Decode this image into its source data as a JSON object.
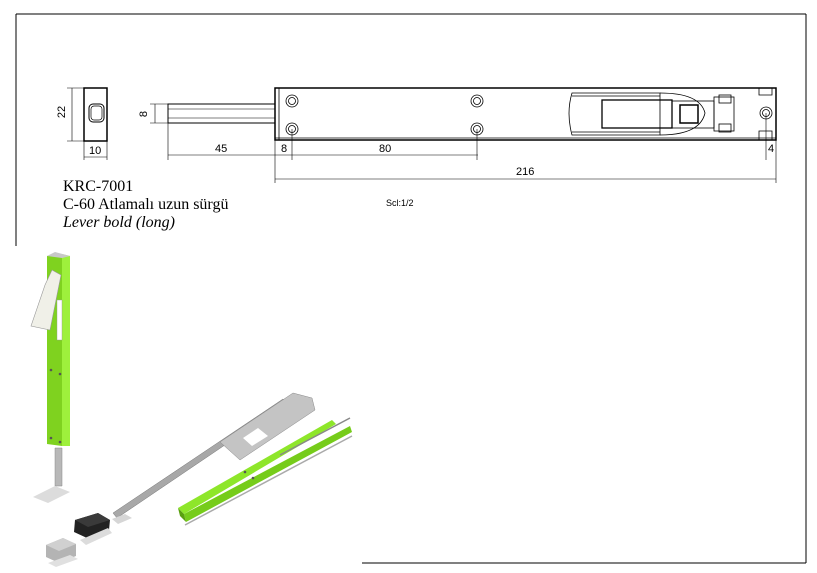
{
  "product": {
    "code": "KRC-7001",
    "name_tr": "C-60 Atlamalı uzun sürgü",
    "name_en": "Lever bold (long)"
  },
  "scale": "Scl:1/2",
  "dimensions": {
    "end_height": "22",
    "end_width": "10",
    "rod_diameter": "8",
    "rod_length": "45",
    "hole_offset": "8",
    "hole_spacing": "80",
    "end_hole_offset": "4",
    "total_length": "216"
  },
  "colors": {
    "accent_green": "#8ee62a",
    "line": "#000000"
  }
}
